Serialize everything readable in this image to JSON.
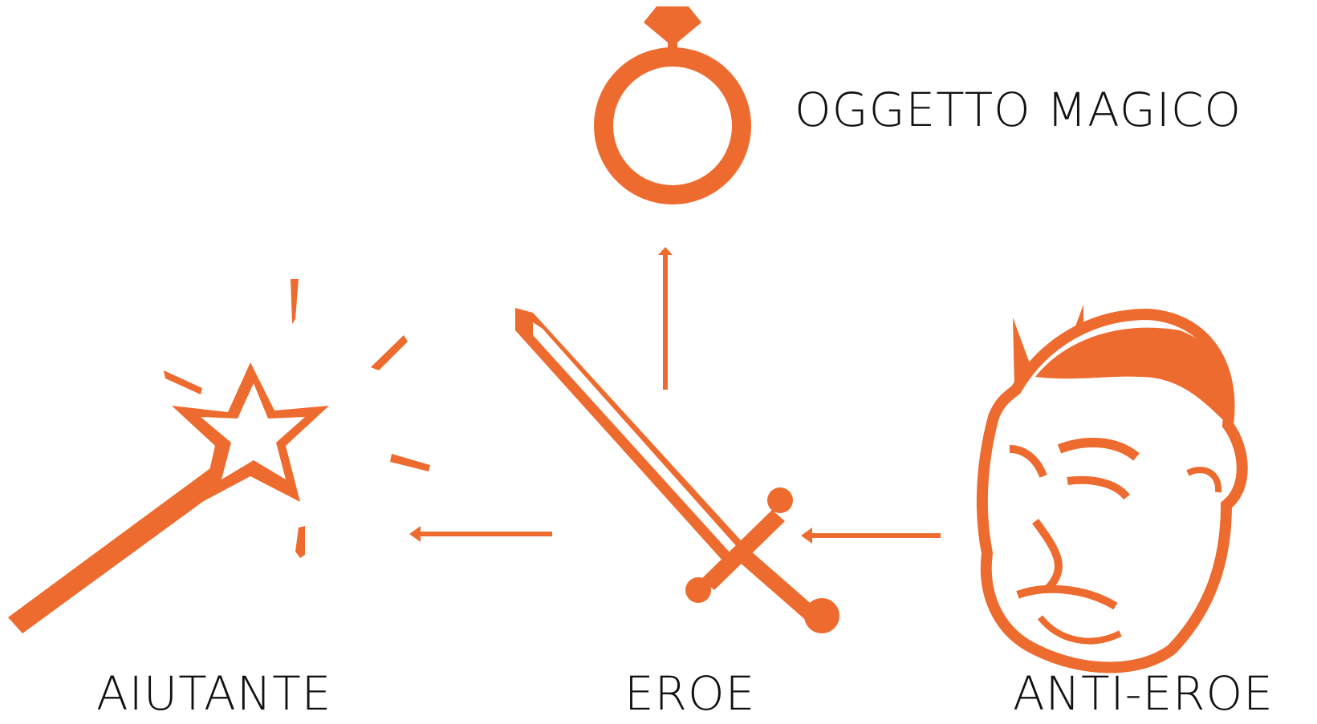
{
  "labels": {
    "magic_object": "OGGETTO MAGICO",
    "helper": "AIUTANTE",
    "hero": "EROE",
    "anti_hero": "ANTI-EROE"
  },
  "colors": {
    "accent": "#EE6B2F",
    "text": "#111111",
    "background": "#ffffff"
  },
  "icons": {
    "magic_object": "ring-icon",
    "helper": "magic-wand-icon",
    "hero": "sword-icon",
    "anti_hero": "devil-head-icon"
  }
}
